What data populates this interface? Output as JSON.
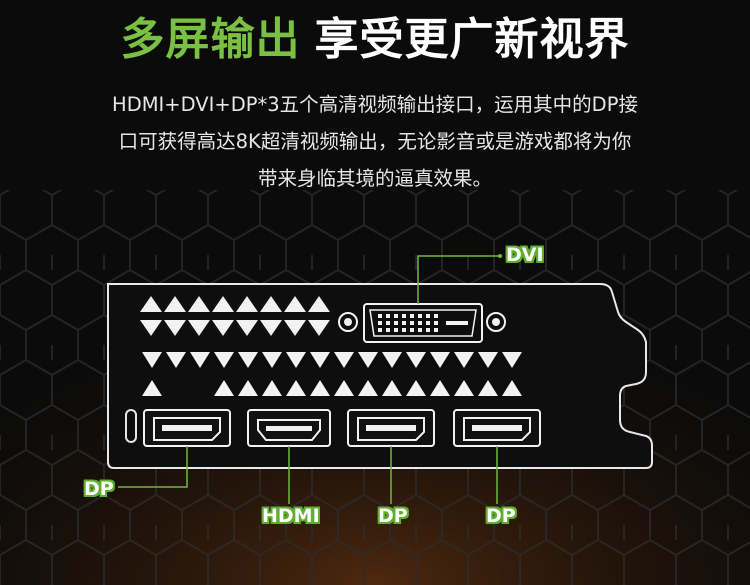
{
  "headline": {
    "accent": "多屏输出",
    "rest": "享受更广新视界"
  },
  "description": [
    "HDMI+DVI+DP*3五个高清视频输出接口，运用其中的DP接",
    "口可获得高达8K超清视频输出，无论影音或是游戏都将为你",
    "带来身临其境的逼真效果。"
  ],
  "ports": {
    "dvi": "DVI",
    "dp_left": "DP",
    "hdmi": "HDMI",
    "dp_middle": "DP",
    "dp_right": "DP"
  },
  "colors": {
    "accent": "#7ac143",
    "label_outline": "#5fae2e",
    "leader_line": "#6dbb3c"
  }
}
